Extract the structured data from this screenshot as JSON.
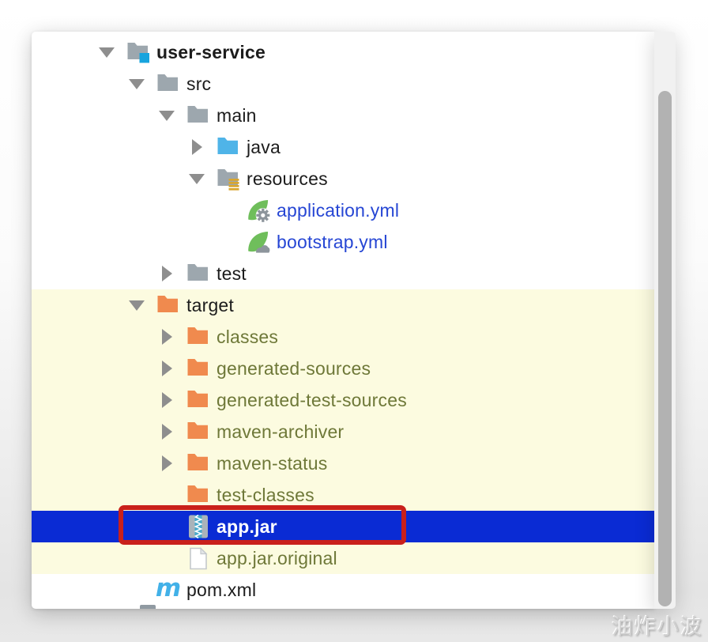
{
  "app": {
    "view": "project-explorer-tree"
  },
  "colors": {
    "selection_blue": "#0A2BD4",
    "excluded_bg": "#FCFBE0",
    "annotation_red": "#C9201B",
    "modified_file_blue": "#2646D4",
    "excluded_text_olive": "#6E7838",
    "default_text": "#1C1C1C",
    "selected_text": "#FFFFFF",
    "folder_gray": "#9DA7AE",
    "folder_blue": "#4FB4E8",
    "folder_orange": "#F08A4E",
    "spring_green": "#6FBE5B",
    "badge_cyan": "#17A4DE",
    "badge_gold": "#D9A62E",
    "badge_gray": "#8D959C",
    "maven_blue": "#42B1E8",
    "chevron_gray": "#8E8E8E",
    "scrollbar_thumb": "#B2B2B2"
  },
  "icons": {
    "maven_glyph": "m"
  },
  "tree": {
    "rows": [
      {
        "label": "user-service",
        "depth": 1,
        "chevron": "expanded",
        "icon": "project-folder",
        "style": "bold"
      },
      {
        "label": "src",
        "depth": 2,
        "chevron": "expanded",
        "icon": "folder",
        "style": "normal"
      },
      {
        "label": "main",
        "depth": 3,
        "chevron": "expanded",
        "icon": "folder",
        "style": "normal"
      },
      {
        "label": "java",
        "depth": 4,
        "chevron": "collapsed",
        "icon": "folder-blue",
        "style": "normal"
      },
      {
        "label": "resources",
        "depth": 4,
        "chevron": "expanded",
        "icon": "folder-resources",
        "style": "normal"
      },
      {
        "label": "application.yml",
        "depth": 5,
        "chevron": "none",
        "icon": "spring-gear",
        "style": "modified"
      },
      {
        "label": "bootstrap.yml",
        "depth": 5,
        "chevron": "none",
        "icon": "spring-cloud",
        "style": "modified"
      },
      {
        "label": "test",
        "depth": 3,
        "chevron": "collapsed",
        "icon": "folder",
        "style": "normal"
      },
      {
        "label": "target",
        "depth": 2,
        "chevron": "expanded",
        "icon": "folder-excluded",
        "style": "normal",
        "band": true
      },
      {
        "label": "classes",
        "depth": 3,
        "chevron": "collapsed",
        "icon": "folder-excluded",
        "style": "excluded",
        "band": true
      },
      {
        "label": "generated-sources",
        "depth": 3,
        "chevron": "collapsed",
        "icon": "folder-excluded",
        "style": "excluded",
        "band": true
      },
      {
        "label": "generated-test-sources",
        "depth": 3,
        "chevron": "collapsed",
        "icon": "folder-excluded",
        "style": "excluded",
        "band": true
      },
      {
        "label": "maven-archiver",
        "depth": 3,
        "chevron": "collapsed",
        "icon": "folder-excluded",
        "style": "excluded",
        "band": true
      },
      {
        "label": "maven-status",
        "depth": 3,
        "chevron": "collapsed",
        "icon": "folder-excluded",
        "style": "excluded",
        "band": true
      },
      {
        "label": "test-classes",
        "depth": 3,
        "chevron": "none",
        "icon": "folder-excluded",
        "style": "excluded",
        "band": true
      },
      {
        "label": "app.jar",
        "depth": 3,
        "chevron": "none",
        "icon": "jar-archive",
        "style": "selected",
        "band": true,
        "selected": true,
        "annotated": true
      },
      {
        "label": "app.jar.original",
        "depth": 3,
        "chevron": "none",
        "icon": "file",
        "style": "excluded",
        "band": true
      },
      {
        "label": "pom.xml",
        "depth": 2,
        "chevron": "none",
        "icon": "maven",
        "style": "normal"
      }
    ]
  },
  "watermark": {
    "text": "油炸小波"
  }
}
